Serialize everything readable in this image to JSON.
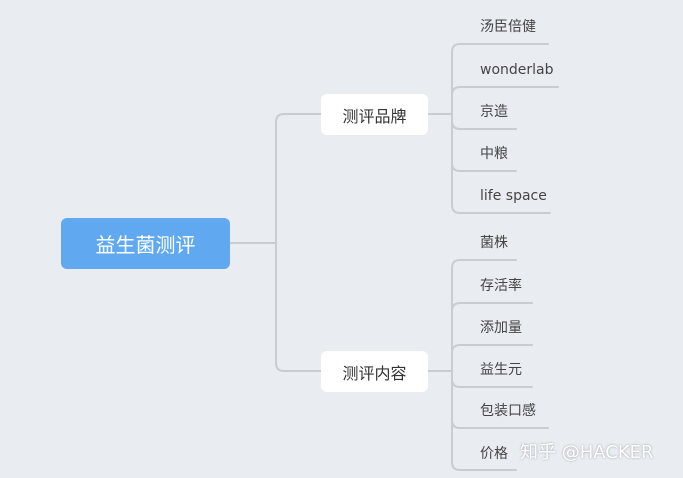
{
  "root": {
    "label": "益生菌测评"
  },
  "branches": [
    {
      "label": "测评品牌",
      "children": [
        "汤臣倍健",
        "wonderlab",
        "京造",
        "中粮",
        "life space"
      ]
    },
    {
      "label": "测评内容",
      "children": [
        "菌株",
        "存活率",
        "添加量",
        "益生元",
        "包装口感",
        "价格"
      ]
    }
  ],
  "watermark": "知乎 @HACKER",
  "colors": {
    "root": "#60a9f1",
    "connector": "#c9ccd1",
    "background": "#e9edf2"
  }
}
